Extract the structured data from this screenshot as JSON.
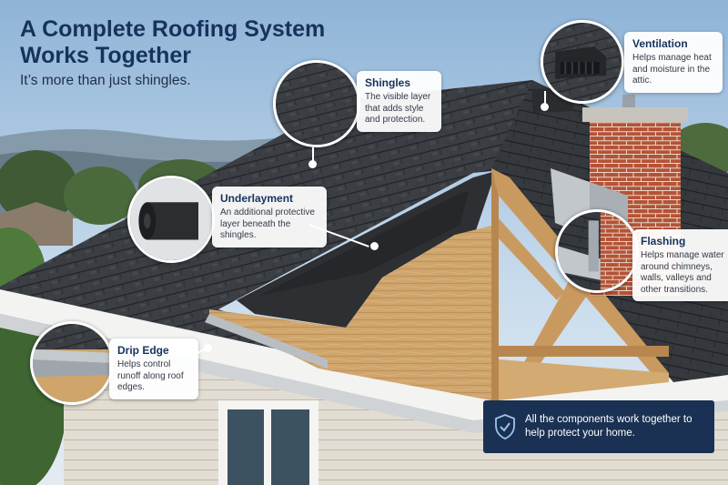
{
  "title": "A Complete Roofing System Works Together",
  "subtitle": "It’s more than just shingles.",
  "callouts": {
    "shingles": {
      "title": "Shingles",
      "text": "The visible layer that adds style and protection."
    },
    "underlayment": {
      "title": "Underlayment",
      "text": "An additional protective layer beneath the shingles."
    },
    "ventilation": {
      "title": "Ventilation",
      "text": "Helps manage heat and moisture in the attic."
    },
    "flashing": {
      "title": "Flashing",
      "text": "Helps manage water around chimneys, walls, valleys and other transitions."
    },
    "drip_edge": {
      "title": "Drip Edge",
      "text": "Helps control runoff along roof edges."
    }
  },
  "summary": {
    "text": "All the components work together to help protect your home.",
    "icon": "shield-check-icon"
  },
  "colors": {
    "title": "#17335c",
    "summary_bg": "#1a3153",
    "shingle": "#3a3d42",
    "deck": "#c9a06a",
    "brick": "#b5533a"
  }
}
